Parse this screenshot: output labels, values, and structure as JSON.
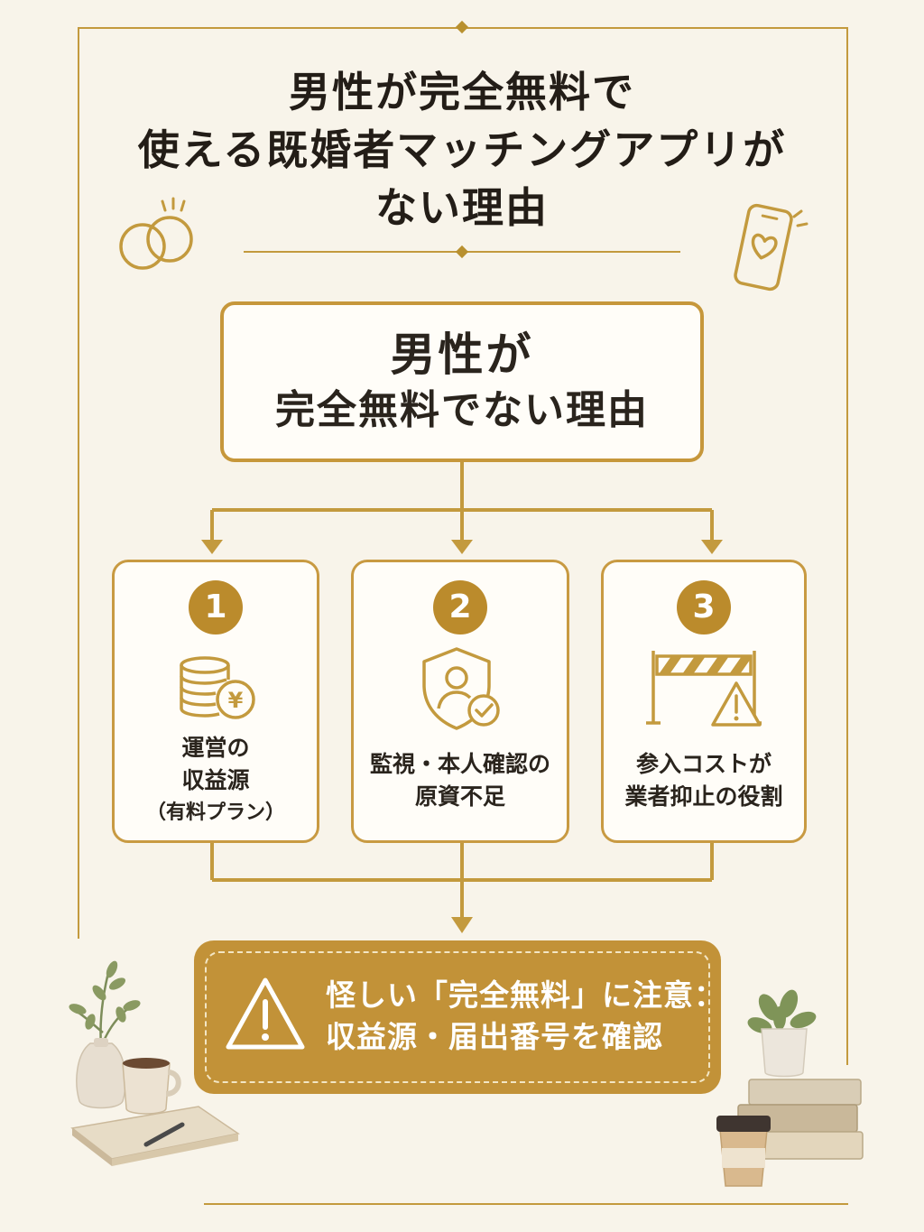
{
  "title": {
    "lines": [
      "男性が完全無料で",
      "使える既婚者マッチングアプリが",
      "ない理由"
    ]
  },
  "main_box": {
    "line1": "男性が",
    "line2": "完全無料でない理由"
  },
  "cards": [
    {
      "number": "1",
      "icon": "coins-yen-icon",
      "lines": [
        "運営の",
        "収益源",
        "（有料プラン）"
      ]
    },
    {
      "number": "2",
      "icon": "shield-person-check-icon",
      "lines": [
        "監視・本人確認の",
        "原資不足"
      ]
    },
    {
      "number": "3",
      "icon": "barrier-warning-icon",
      "lines": [
        "参入コストが",
        "業者抑止の役割"
      ]
    }
  ],
  "warning": {
    "icon": "warning-triangle-icon",
    "lines": [
      "怪しい「完全無料」に注意：",
      "収益源・届出番号を確認"
    ]
  },
  "colors": {
    "accent": "#c29238",
    "background": "#f8f4ea",
    "text": "#2a241d"
  }
}
